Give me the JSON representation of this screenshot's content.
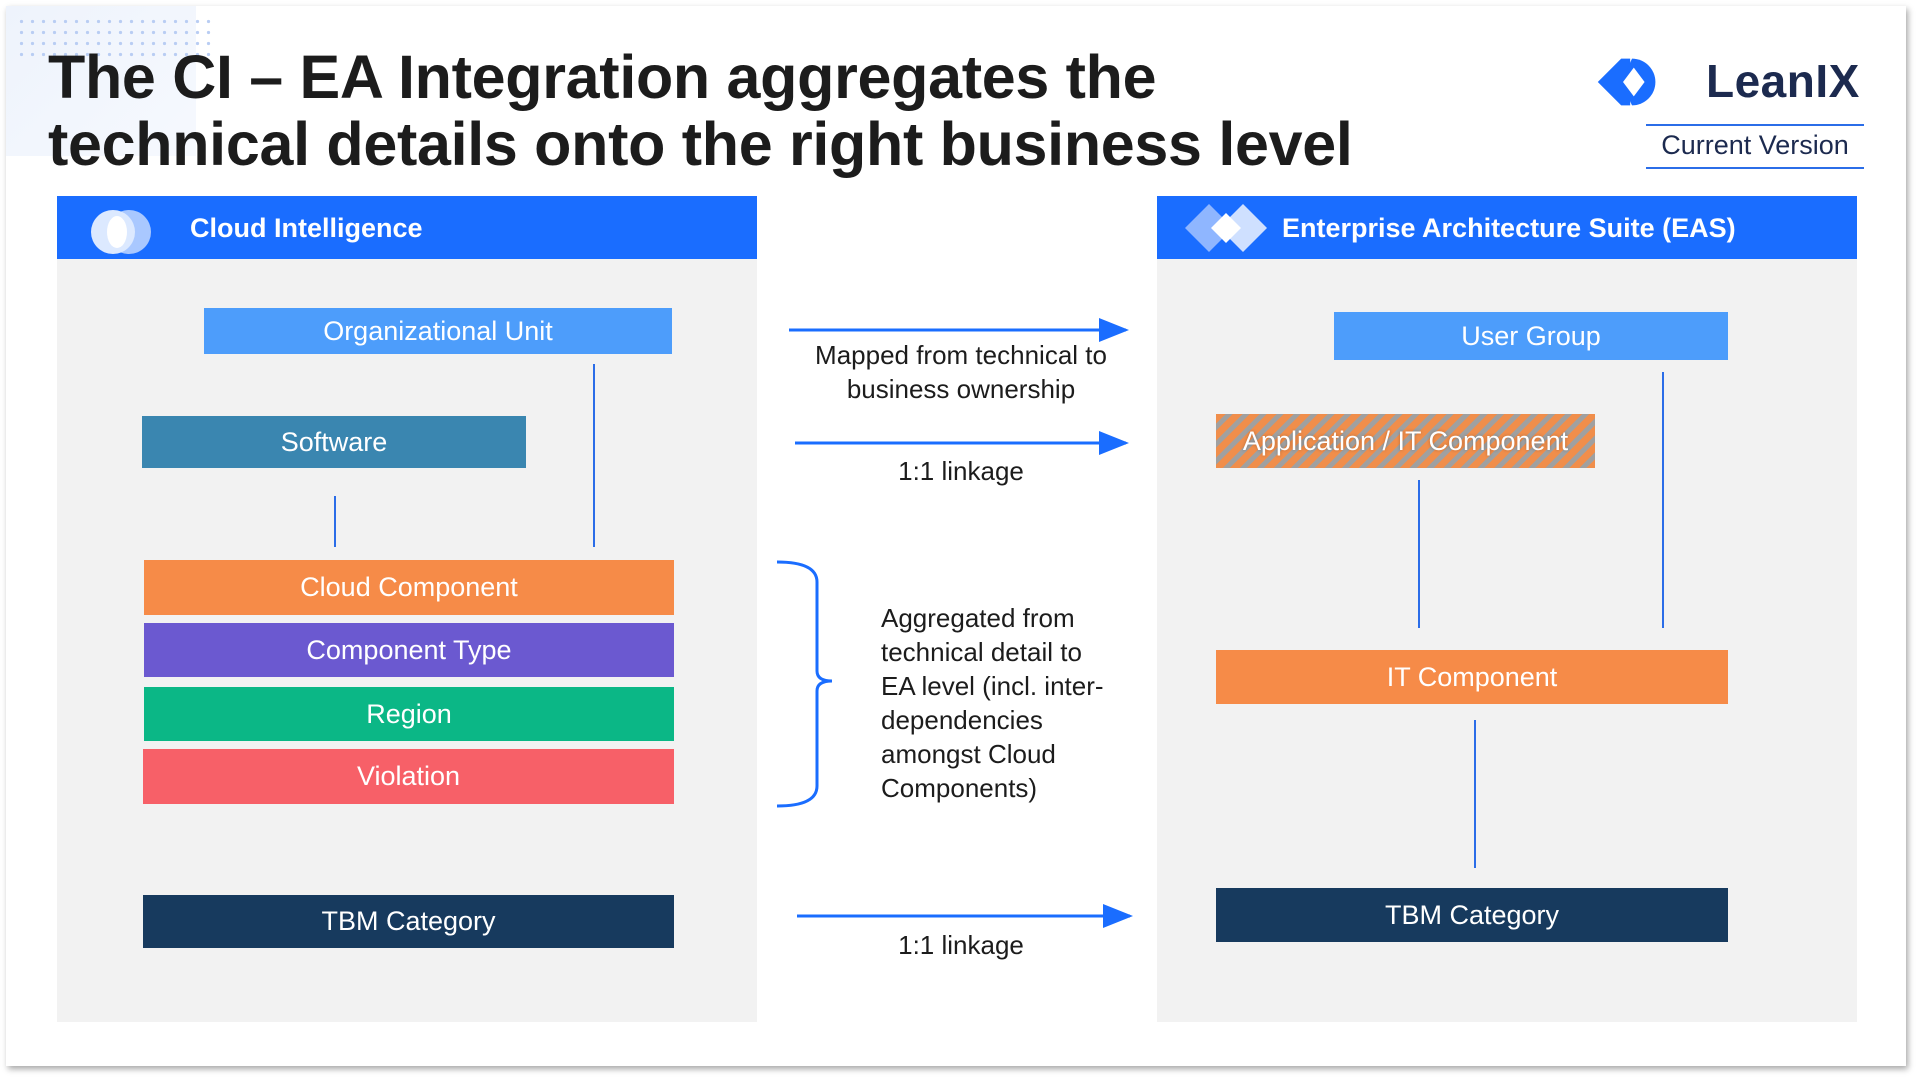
{
  "title": {
    "line1": "The CI – EA Integration aggregates the",
    "line2": "technical details onto the right business level"
  },
  "logo": {
    "name": "LeanIX",
    "version": "Current Version",
    "icon": "leanix-logo-icon"
  },
  "left_panel": {
    "header": "Cloud Intelligence",
    "icon": "cloud-intelligence-icon",
    "boxes": {
      "org_unit": "Organizational Unit",
      "software": "Software",
      "cloud_component": "Cloud Component",
      "component_type": "Component Type",
      "region": "Region",
      "violation": "Violation",
      "tbm_category": "TBM Category"
    }
  },
  "right_panel": {
    "header": "Enterprise Architecture Suite (EAS)",
    "icon": "eas-diamond-icon",
    "boxes": {
      "user_group": "User Group",
      "application": "Application / IT Component",
      "it_component": "IT Component",
      "tbm_category": "TBM Category"
    }
  },
  "middle": {
    "mapped_line1": "Mapped from technical to",
    "mapped_line2": "business ownership",
    "linkage_top": "1:1 linkage",
    "aggregated": [
      "Aggregated from",
      "technical detail to",
      "EA level (incl. inter-",
      "dependencies",
      "amongst Cloud",
      "Components)"
    ],
    "linkage_bottom": "1:1 linkage"
  },
  "colors": {
    "header_blue": "#1a6dff",
    "org_unit": "#4d9dfb",
    "software": "#3a86b0",
    "cloud_component": "#f68b48",
    "component_type": "#6b59d0",
    "region": "#0bb786",
    "violation": "#f76068",
    "tbm": "#173a5e"
  }
}
